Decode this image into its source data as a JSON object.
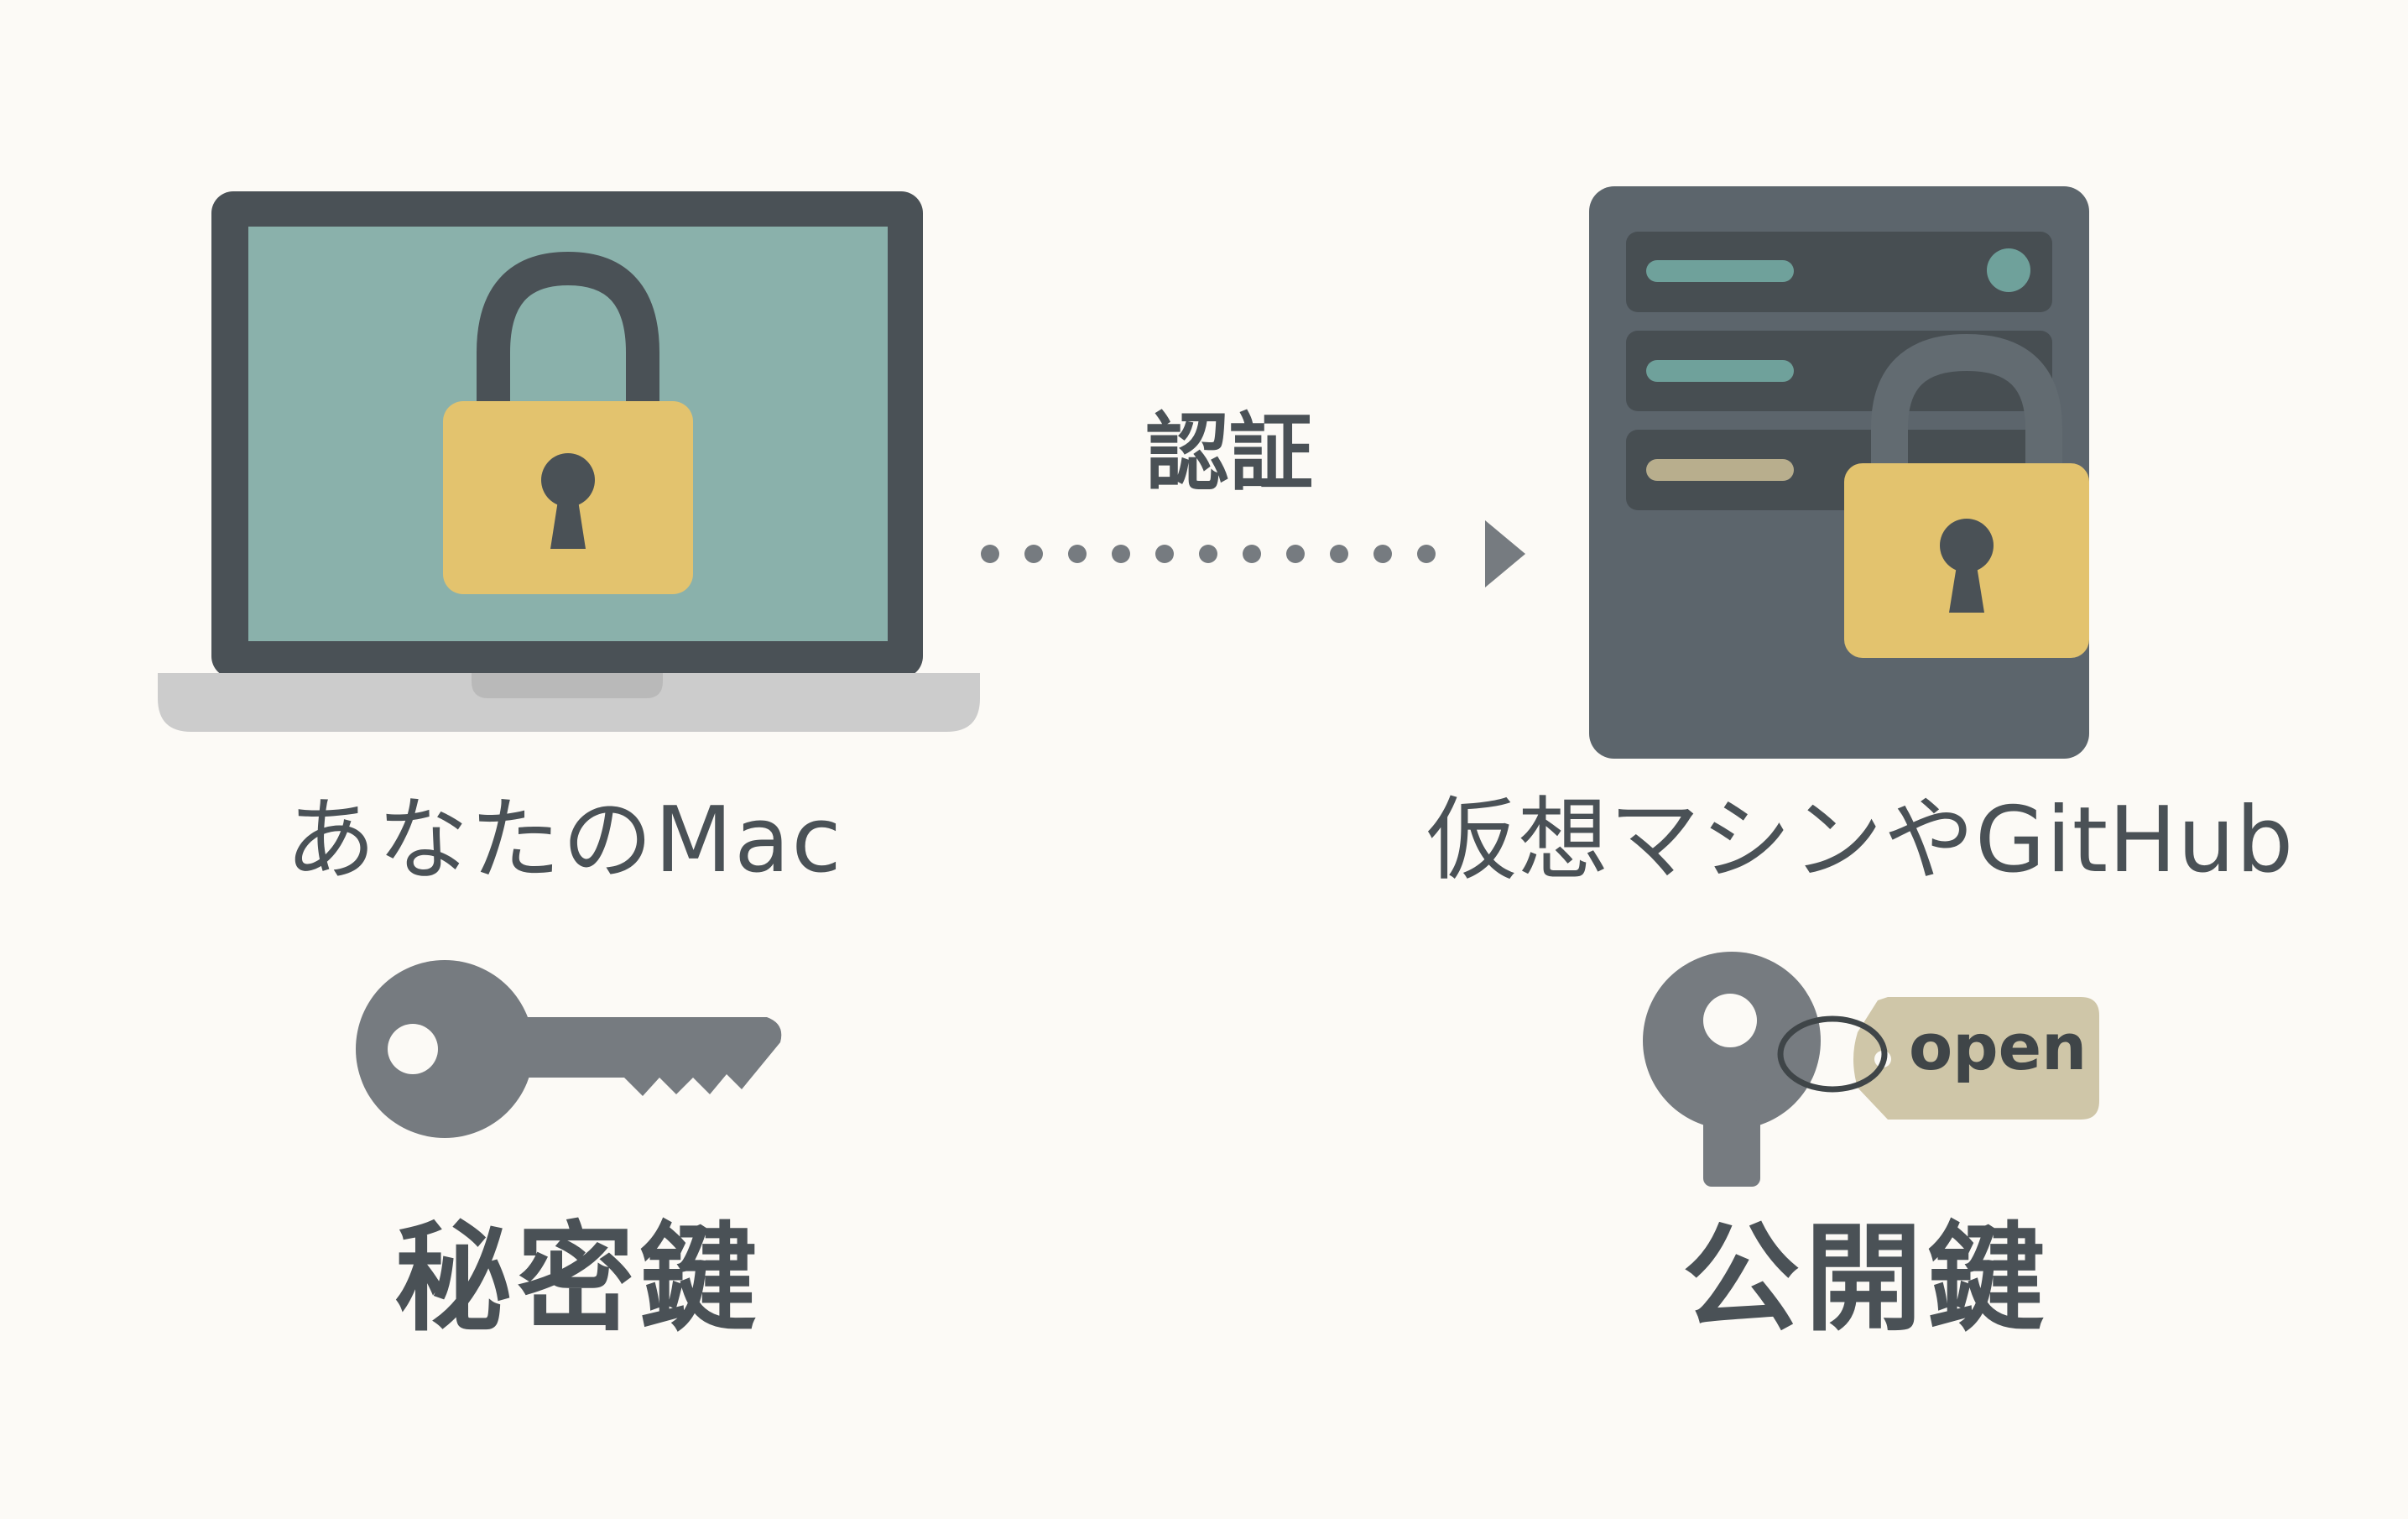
{
  "diagram": {
    "left_node": {
      "caption": "あなたのMac",
      "icon": "laptop-icon"
    },
    "right_node": {
      "caption": "仮想マシンやGitHub",
      "icon": "server-icon"
    },
    "connector": {
      "label": "認証",
      "icon": "dotted-arrow-icon"
    },
    "private_key": {
      "label": "秘密鍵",
      "icon": "key-icon"
    },
    "public_key": {
      "label": "公開鍵",
      "icon": "key-with-tag-icon",
      "tag_text": "open"
    }
  },
  "colors": {
    "background": "#fcfaf6",
    "dark": "#4a5156",
    "screen": "#8ab1ab",
    "lock_body": "#e3c36e",
    "server": "#5c656c",
    "key": "#767b80",
    "tag": "#cfc6a8",
    "teal_bar": "#6fa19b",
    "tan_bar": "#b8ae8d"
  }
}
